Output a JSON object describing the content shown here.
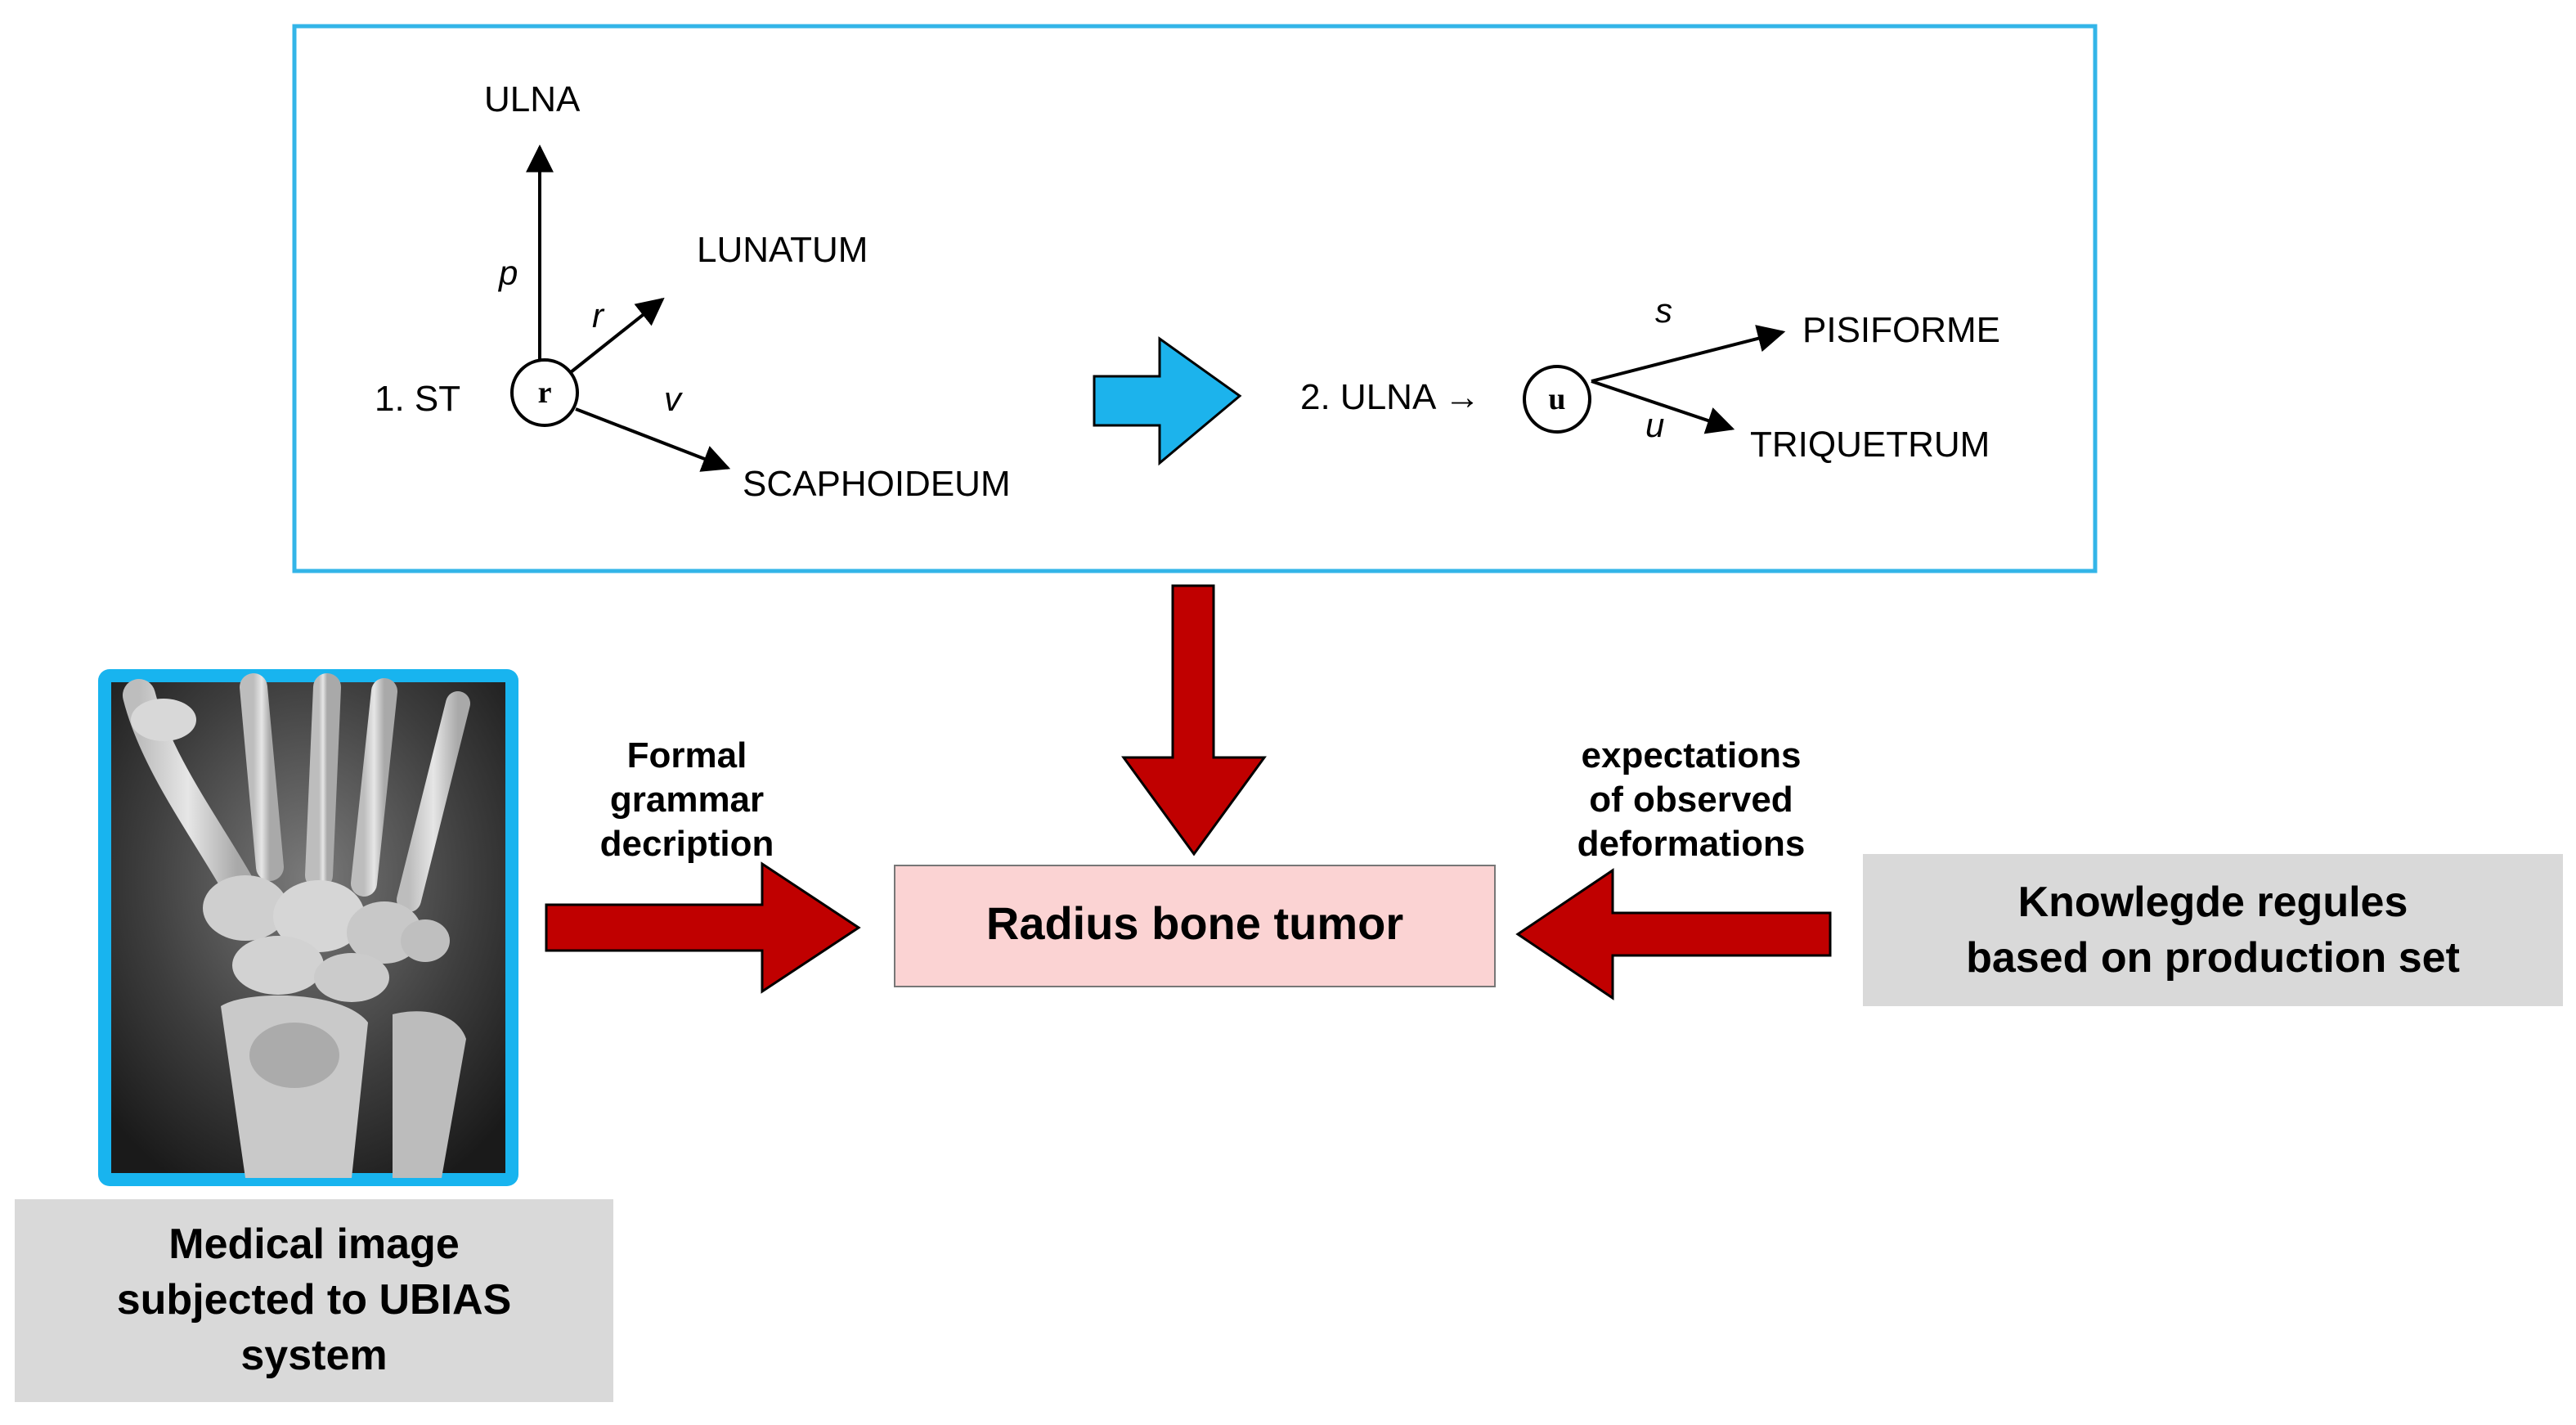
{
  "grammar_box": {
    "rule1": {
      "label": "1. ST",
      "node": "r",
      "targets": {
        "ulna": "ULNA",
        "lunatum": "LUNATUM",
        "scaphoideum": "SCAPHOIDEUM"
      },
      "edges": {
        "p": "p",
        "r": "r",
        "v": "v"
      }
    },
    "rule2": {
      "label": "2. ULNA →",
      "node": "u",
      "targets": {
        "pisiforme": "PISIFORME",
        "triquetrum": "TRIQUETRUM"
      },
      "edges": {
        "s": "s",
        "u": "u"
      }
    }
  },
  "left_arrow_label": [
    "Formal",
    "grammar",
    "decription"
  ],
  "right_arrow_label": [
    "expectations",
    "of observed",
    "deformations"
  ],
  "result_box": "Radius bone tumor",
  "knowledge_box": [
    "Knowlegde regules",
    "based on production set"
  ],
  "medical_image_caption": [
    "Medical image",
    "subjected to UBIAS",
    "system"
  ],
  "colors": {
    "box_border": "#33b5e8",
    "blue_arrow": "#1cb3ec",
    "red_arrow": "#c00000",
    "pink_box": "#fbd3d3",
    "gray_box": "#d9d9d9",
    "xray_frame": "#18b4ef"
  }
}
